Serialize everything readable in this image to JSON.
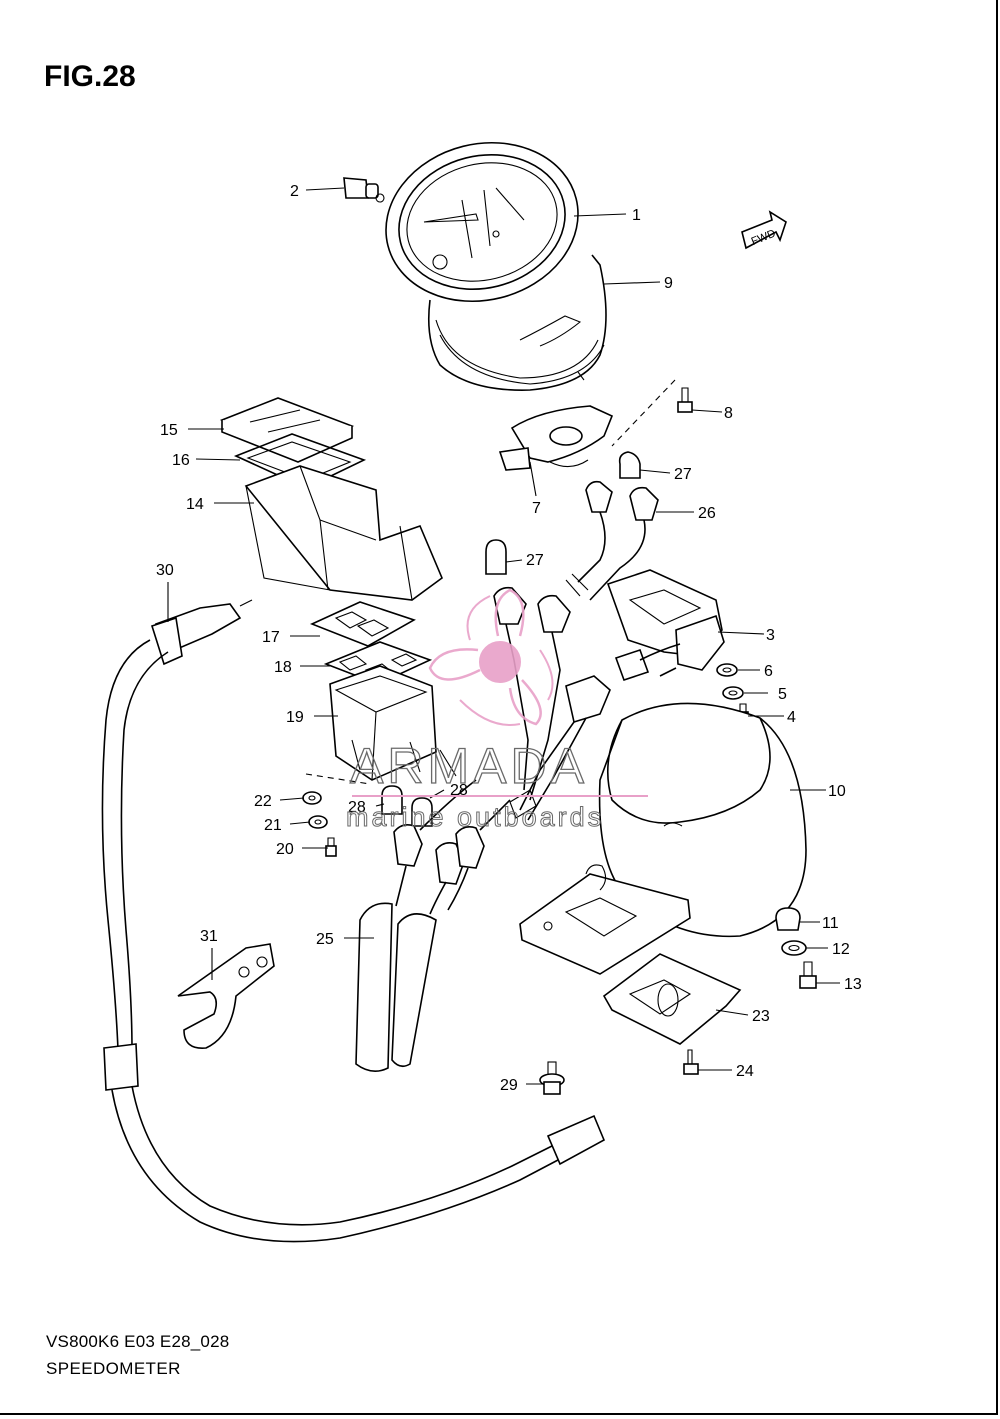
{
  "figure": {
    "title": "FIG.28",
    "model_code": "VS800K6 E03 E28_028",
    "name": "SPEEDOMETER"
  },
  "badge": {
    "text": "FWD"
  },
  "watermark": {
    "brand": "ARMADA",
    "tagline": "marine outboards",
    "color": "#e8a0c8"
  },
  "callouts": [
    "1",
    "2",
    "3",
    "4",
    "5",
    "6",
    "7",
    "8",
    "9",
    "10",
    "11",
    "12",
    "13",
    "14",
    "15",
    "16",
    "17",
    "18",
    "19",
    "20",
    "21",
    "22",
    "23",
    "24",
    "25",
    "26",
    "27",
    "27",
    "28",
    "28",
    "29",
    "30",
    "31"
  ]
}
